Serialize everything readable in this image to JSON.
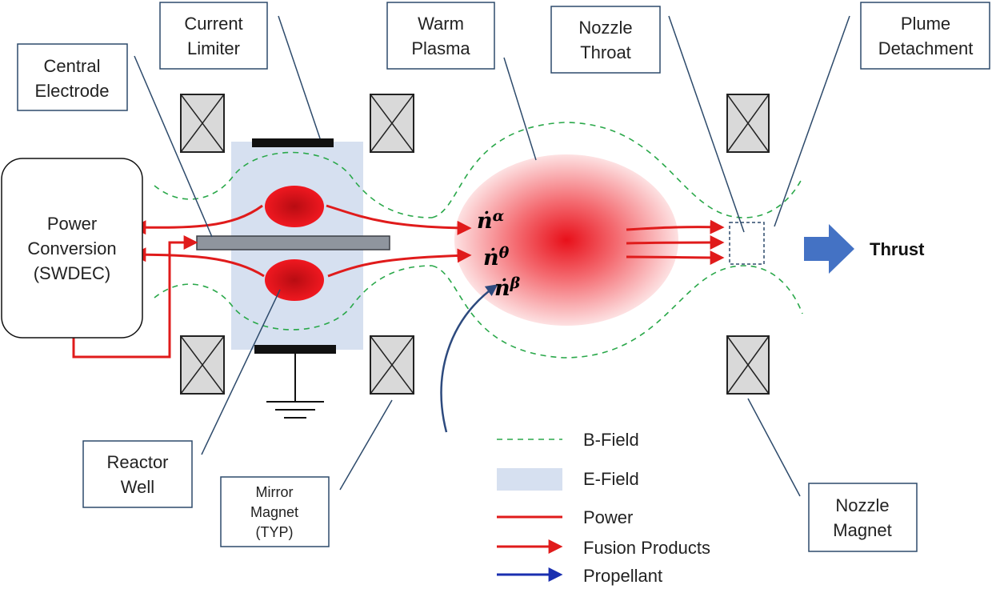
{
  "labels": {
    "current_limiter": [
      "Current",
      "Limiter"
    ],
    "central_electrode": [
      "Central",
      "Electrode"
    ],
    "warm_plasma": [
      "Warm",
      "Plasma"
    ],
    "nozzle_throat": [
      "Nozzle",
      "Throat"
    ],
    "plume_detachment": [
      "Plume",
      "Detachment"
    ],
    "power_conversion": [
      "Power",
      "Conversion",
      "(SWDEC)"
    ],
    "reactor_well": [
      "Reactor",
      "Well"
    ],
    "mirror_magnet": [
      "Mirror",
      "Magnet",
      "(TYP)"
    ],
    "nozzle_magnet": [
      "Nozzle",
      "Magnet"
    ],
    "thrust": "Thrust"
  },
  "symbols": {
    "n_dot": "ṅ",
    "alpha": "α",
    "theta": "θ",
    "beta": "β"
  },
  "legend": [
    {
      "label": "B-Field",
      "kind": "dashed-line",
      "color": "#2aa84a"
    },
    {
      "label": "E-Field",
      "kind": "box",
      "color": "#d6e0f0"
    },
    {
      "label": "Power",
      "kind": "line",
      "color": "#e01b1b"
    },
    {
      "label": "Fusion Products",
      "kind": "arrow",
      "color": "#e01b1b"
    },
    {
      "label": "Propellant",
      "kind": "arrow",
      "color": "#1a2fb0"
    }
  ],
  "colors": {
    "callout_border": "#2d4a6b",
    "efield": "#d6e0f0",
    "plasma": "#e8101a",
    "thrust_arrow": "#4472c4",
    "propellant_arrow": "#2d4a7e"
  }
}
